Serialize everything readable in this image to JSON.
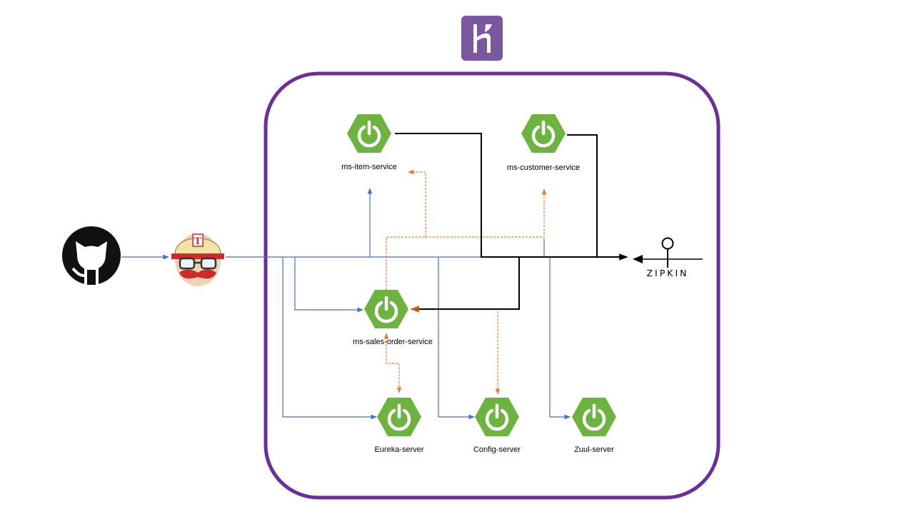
{
  "diagram": {
    "platform": {
      "icon": "heroku-icon",
      "color": "#79589f"
    },
    "boundary_color": "#6a2f9a",
    "accent": {
      "spring_green": "#6db33f",
      "flow_blue": "#4472c4",
      "dep_orange": "#ed7d31",
      "trace_black": "#000000"
    },
    "external": {
      "source": {
        "icon": "github-icon"
      },
      "ci": {
        "icon": "travis-ci-icon"
      },
      "tracing": {
        "icon": "zipkin-icon",
        "label": "ZIPKIN"
      }
    },
    "services": [
      {
        "id": "item",
        "label": "ms-item-service",
        "icon": "spring-boot-icon"
      },
      {
        "id": "customer",
        "label": "ms-customer-service",
        "icon": "spring-boot-icon"
      },
      {
        "id": "sales",
        "label": "ms-sales-order-service",
        "icon": "spring-boot-icon"
      },
      {
        "id": "eureka",
        "label": "Eureka-server",
        "icon": "spring-boot-icon"
      },
      {
        "id": "config",
        "label": "Config-server",
        "icon": "spring-boot-icon"
      },
      {
        "id": "zuul",
        "label": "Zuul-server",
        "icon": "spring-boot-icon"
      }
    ]
  }
}
